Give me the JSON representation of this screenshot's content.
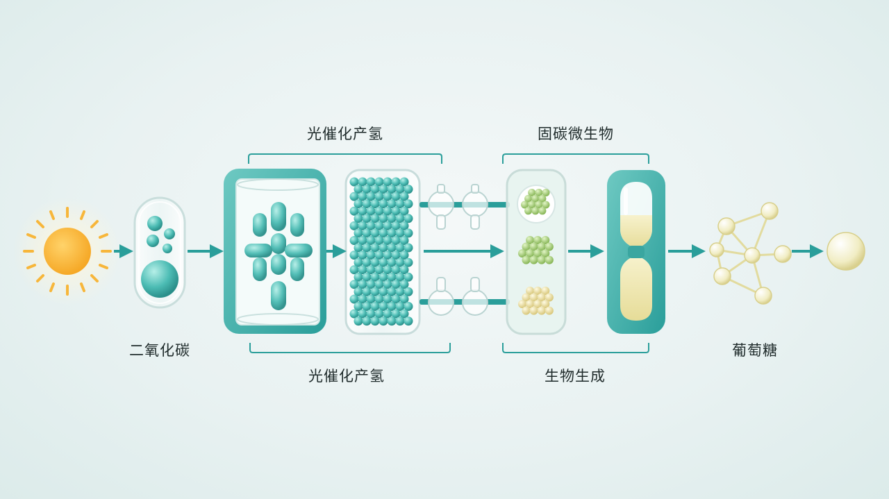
{
  "labels": {
    "co2": "二氧化碳",
    "photo_top": "光催化产氢",
    "photo_bottom": "光催化产氢",
    "microbe": "固碳微生物",
    "bio": "生物生成",
    "glucose": "葡萄糖"
  },
  "colors": {
    "teal": "#2a9e9a",
    "teal_light": "#6fd0c8",
    "sun": "#f7b63a",
    "green_bead": "#9cc86a",
    "yellow_bead": "#e7db9a",
    "glucose": "#efe7a8"
  }
}
